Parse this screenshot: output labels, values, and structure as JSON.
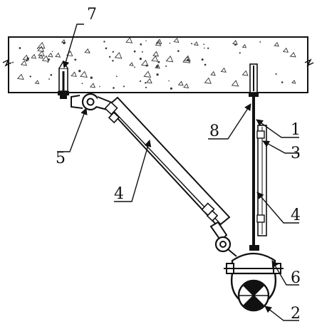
{
  "labels": {
    "l1": "1",
    "l2": "2",
    "l3": "3",
    "l4a": "4",
    "l4b": "4",
    "l5": "5",
    "l6": "6",
    "l7": "7",
    "l8": "8"
  },
  "colors": {
    "ink": "#111111",
    "concrete": "#ffffff"
  }
}
